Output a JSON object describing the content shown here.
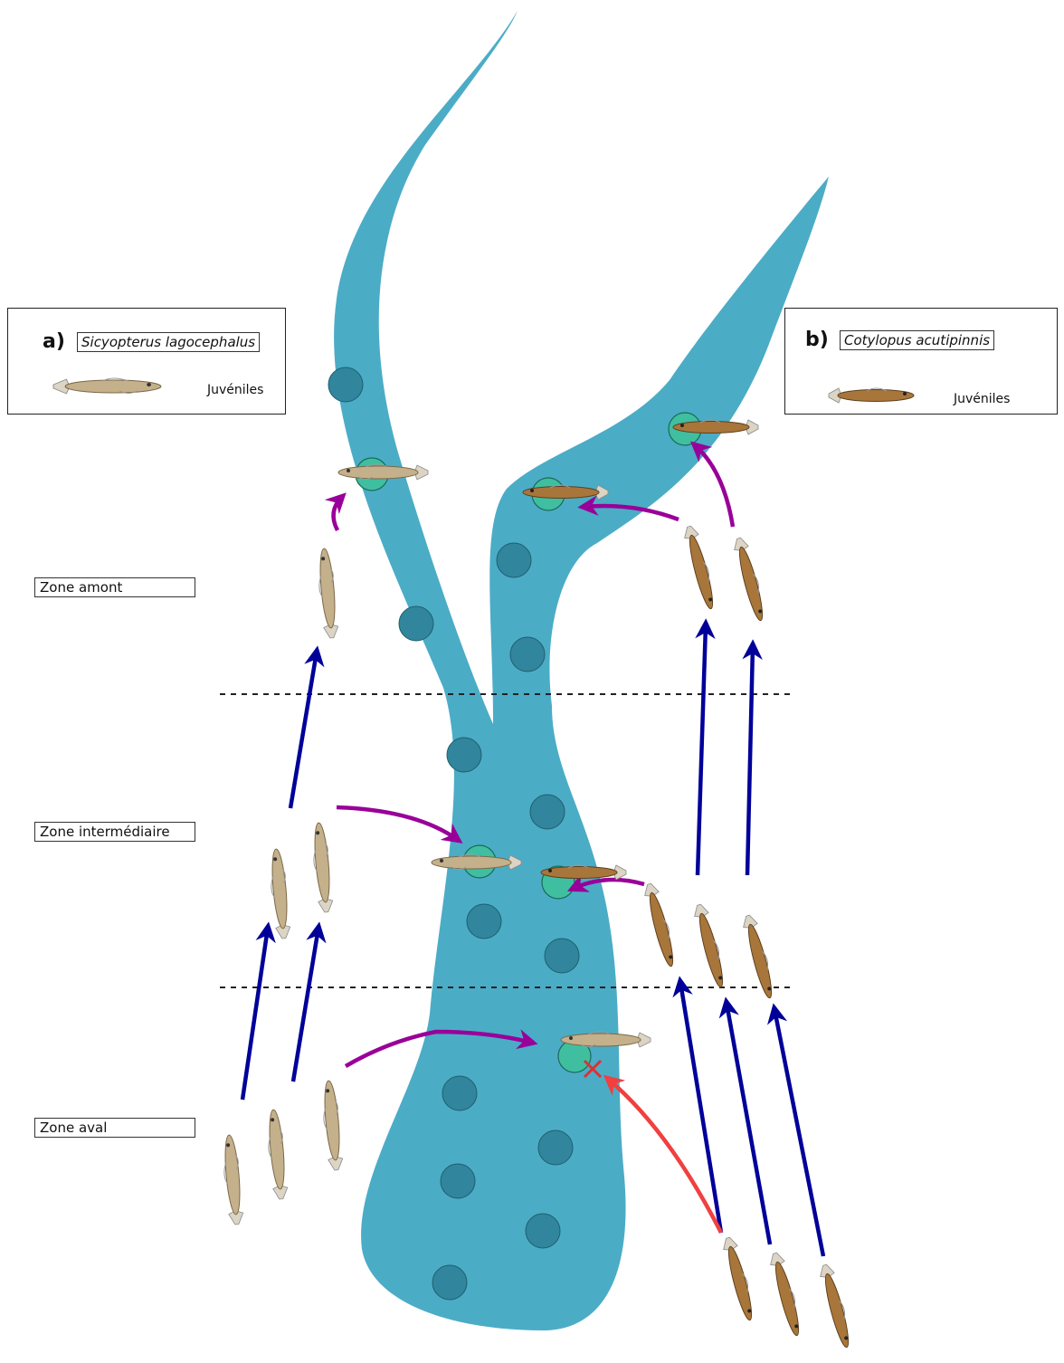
{
  "legend_a": {
    "letter": "a)",
    "species": "Sicyopterus lagocephalus",
    "stage_label": "Juvéniles"
  },
  "legend_b": {
    "letter": "b)",
    "species": "Cotylopus acutipinnis",
    "stage_label": "Juvéniles"
  },
  "zones": {
    "amont": "Zone amont",
    "intermediaire": "Zone intermédiaire",
    "aval": "Zone aval"
  },
  "colors": {
    "river": "#4bacc6",
    "pool": "#31859c",
    "habitat": "#3fbfa0",
    "upstream_arrow": "#000099",
    "settlement_arrow": "#990099",
    "blocked_arrow": "#f04040",
    "sicyopterus_body": "#c4b08a",
    "cotylopus_body": "#a8763a"
  }
}
